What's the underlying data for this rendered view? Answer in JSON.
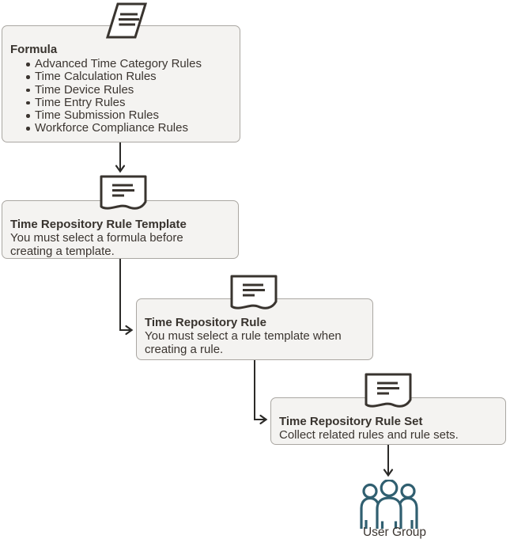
{
  "diagram": {
    "nodes": [
      {
        "title": "Formula",
        "icon": "formula-parallelogram-icon",
        "bullets": [
          "Advanced Time Category Rules",
          "Time Calculation Rules",
          "Time Device Rules",
          "Time Entry Rules",
          "Time Submission Rules",
          "Workforce Compliance Rules"
        ]
      },
      {
        "title": "Time Repository Rule Template",
        "description": "You must select a formula before creating a template.",
        "icon": "document-icon"
      },
      {
        "title": "Time Repository Rule",
        "description": "You must select a rule template when creating a rule.",
        "icon": "document-icon"
      },
      {
        "title": "Time Repository Rule Set",
        "description": "Collect related rules and rule sets.",
        "icon": "document-icon"
      }
    ],
    "terminal": {
      "label": "User Group",
      "icon": "user-group-icon"
    },
    "colors": {
      "node_fill": "#f4f3f1",
      "node_border": "#aaa7a2",
      "text": "#3b3530",
      "icon_stroke": "#39342f",
      "arrow": "#2b2a28",
      "user_group_icon": "#305f70"
    }
  }
}
